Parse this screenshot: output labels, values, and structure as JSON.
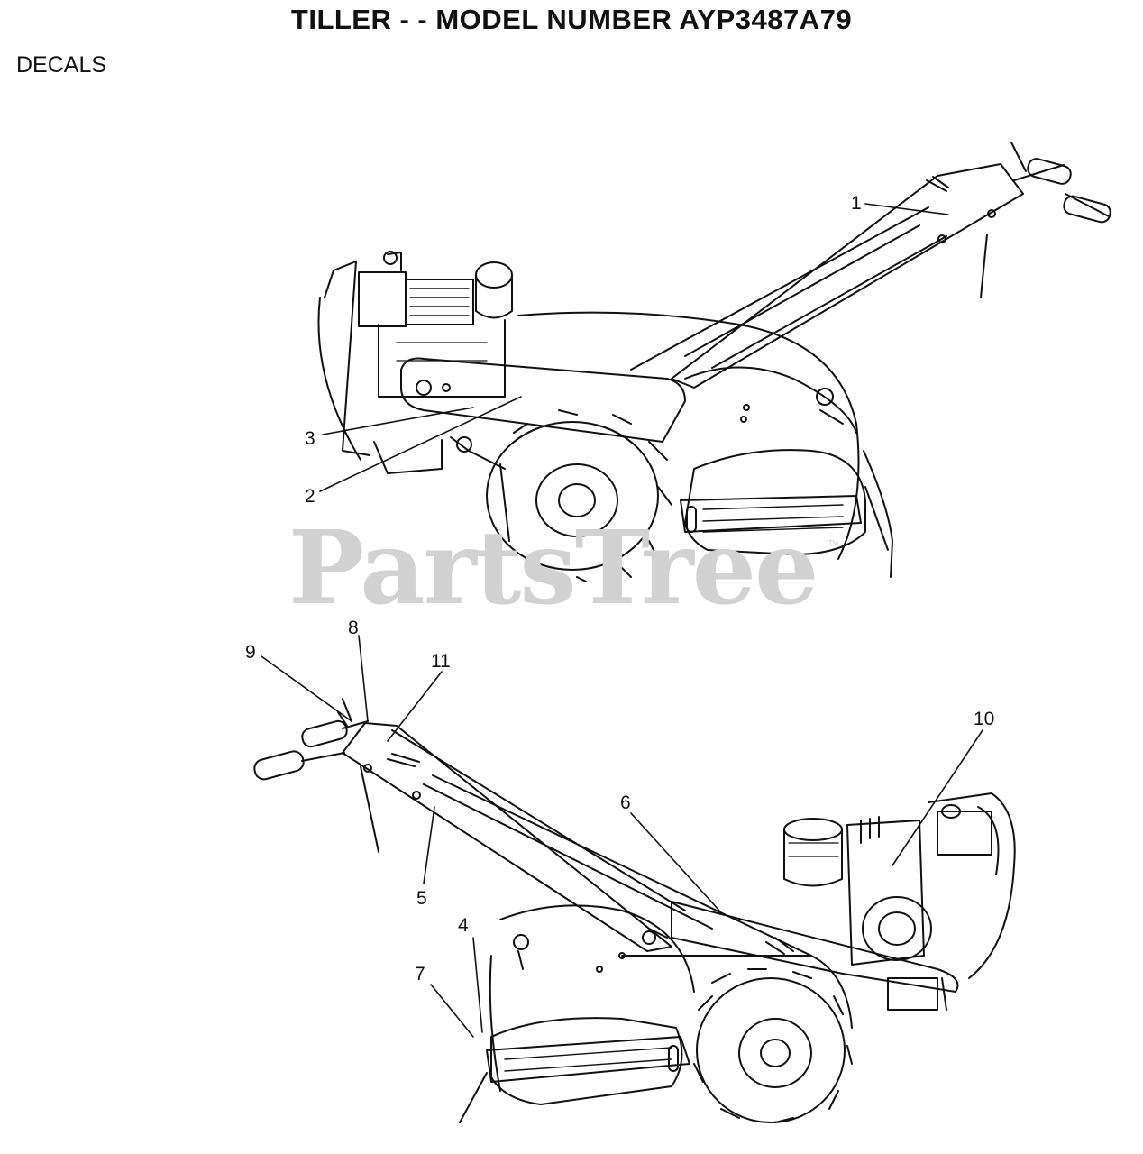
{
  "header": {
    "title": "TILLER - - MODEL NUMBER AYP3487A79",
    "section": "DECALS"
  },
  "watermark": {
    "text": "PartsTree",
    "tm": "™"
  },
  "callouts": [
    "1",
    "2",
    "3",
    "4",
    "5",
    "6",
    "7",
    "8",
    "9",
    "10",
    "11"
  ]
}
